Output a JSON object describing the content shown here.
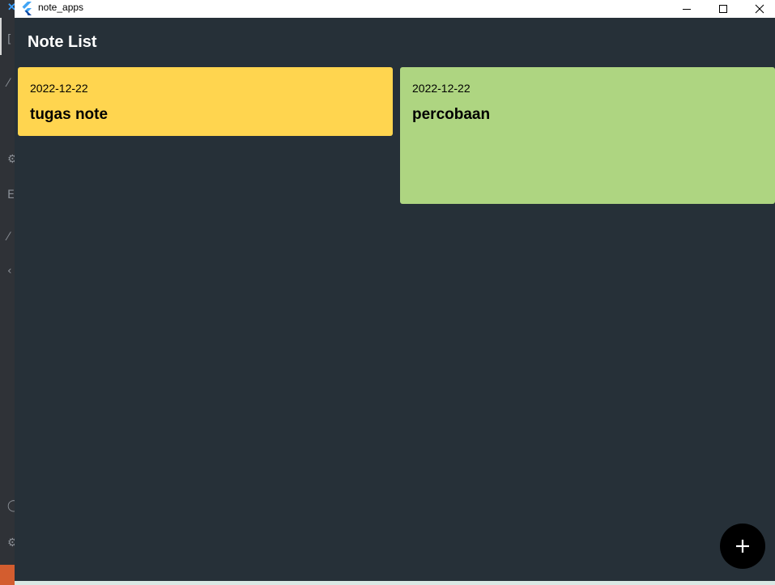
{
  "window": {
    "title": "note_apps"
  },
  "app": {
    "page_title": "Note List",
    "notes": [
      {
        "date": "2022-12-22",
        "title": "tugas note",
        "color": "#ffd54f"
      },
      {
        "date": "2022-12-22",
        "title": "percobaan",
        "color": "#aed581"
      }
    ],
    "fab_icon": "plus-icon"
  },
  "colors": {
    "background": "#263038",
    "titlebar": "#ffffff",
    "fab": "#000000"
  }
}
